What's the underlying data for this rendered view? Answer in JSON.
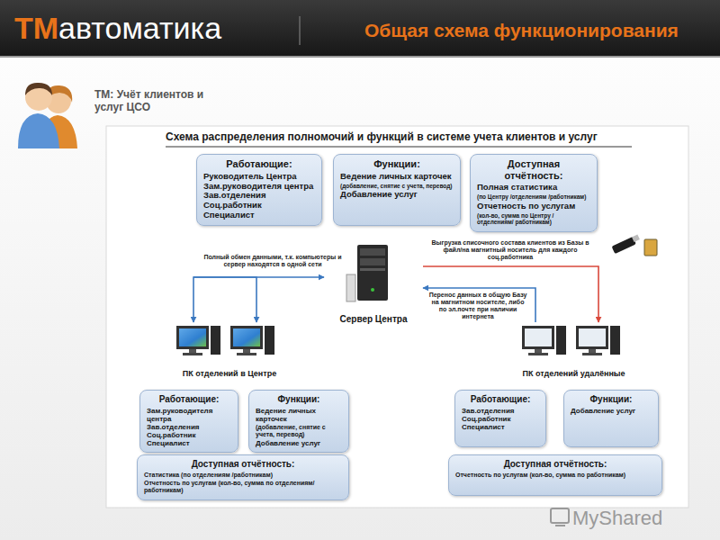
{
  "diagram": {
    "title": "Общая схема функционирования",
    "nodes": [
      {
        "text": [
          "Работающие:",
          "Руководитель Центра",
          "Зам.руководителя центра",
          "Зав.отделения",
          "Соц.работник",
          "Специалист"
        ]
      },
      {
        "text": [
          "Функции:",
          "Ведение личных карточек",
          "(добавление, снятие с учета, перевод)",
          "Добавление услуг"
        ]
      },
      {
        "text": [
          "Доступная отчётность:",
          "Полная статистика",
          "(по Центру /отделениям /работникам)",
          "Отчетность по услугам",
          "(кол-во, сумма по Центру /отделениям/ работникам)"
        ]
      },
      {
        "text": [
          "Сервер Центра"
        ]
      },
      {
        "text": [
          "ПК отделений в Центре"
        ]
      },
      {
        "text": [
          "ПК отделений удалённые"
        ]
      },
      {
        "text": [
          "Работающие:",
          "Зам.руководителя центра",
          "Зав.отделения",
          "Соц.работник",
          "Специалист"
        ]
      },
      {
        "text": [
          "Функции:",
          "Ведение личных карточек",
          "(добавление, снятие с учета, перевод)",
          "Добавление услуг"
        ]
      },
      {
        "text": [
          "Доступная отчётность:",
          "Статистика (по отделениям /работникам)",
          "Отчетность по услугам (кол-во, сумма по отделениям/ работникам)"
        ]
      },
      {
        "text": [
          "Работающие:",
          "Зав.отделения",
          "Соц.работник",
          "Специалист"
        ]
      },
      {
        "text": [
          "Функции:",
          "Добавление услуг"
        ]
      },
      {
        "text": [
          "Доступная отчётность:",
          "Отчетность по услугам (кол-во, сумма по работникам)"
        ]
      }
    ],
    "edges": [
      {
        "from": 3,
        "to": 4,
        "arrow": "both",
        "label": "Полный обмен данными, т.к. компьютеры и сервер находятся в одной сети"
      },
      {
        "from": 3,
        "to": 5,
        "arrow": "to",
        "label": "Выгрузка списочного состава клиентов из Базы в файл/на магнитный носитель для каждого соц.работника"
      },
      {
        "from": 5,
        "to": 3,
        "arrow": "to",
        "label": "Перенос данных в общую Базу на магнитном носителе, либо по эл.почте при наличии интернета"
      }
    ],
    "labels": [
      "TM",
      "автоматика",
      "ТМ: Учёт клиентов и услуг ЦСО",
      "Схема распределения полномочий и функций в системе учета клиентов и услуг",
      "MyShared"
    ]
  }
}
